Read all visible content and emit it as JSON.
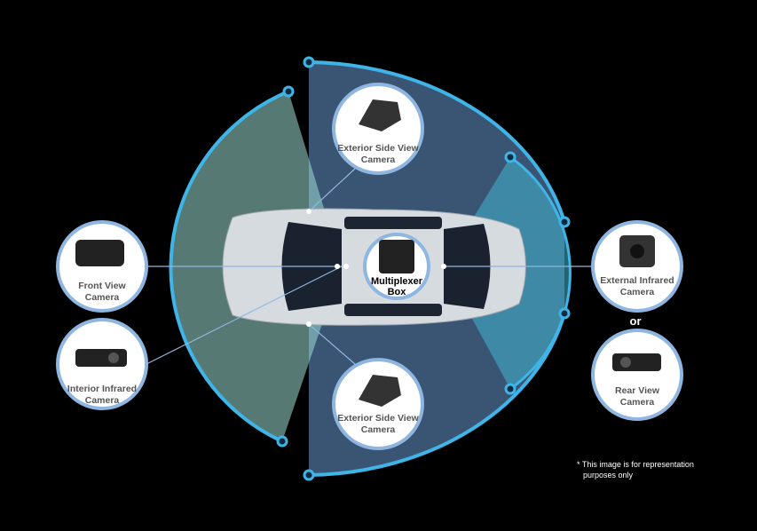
{
  "cameras": {
    "front": {
      "line1": "Front View",
      "line2": "Camera"
    },
    "interior": {
      "line1": "Interior Infrared",
      "line2": "Camera"
    },
    "side_top": {
      "line1": "Exterior Side View",
      "line2": "Camera"
    },
    "side_bottom": {
      "line1": "Exterior Side View",
      "line2": "Camera"
    },
    "external_ir": {
      "line1": "External Infrared",
      "line2": "Camera"
    },
    "rear": {
      "line1": "Rear View",
      "line2": "Camera"
    }
  },
  "hub": {
    "line1": "Multiplexer",
    "line2": "Box"
  },
  "or_label": "or",
  "note": {
    "line1": "* This image is for representation",
    "line2": "purposes only"
  },
  "colors": {
    "arc": "#3fb4e6",
    "zone_dark": "#3d5a7a",
    "zone_teal": "#8fd3cc",
    "circle_border": "#8fb6e0"
  }
}
